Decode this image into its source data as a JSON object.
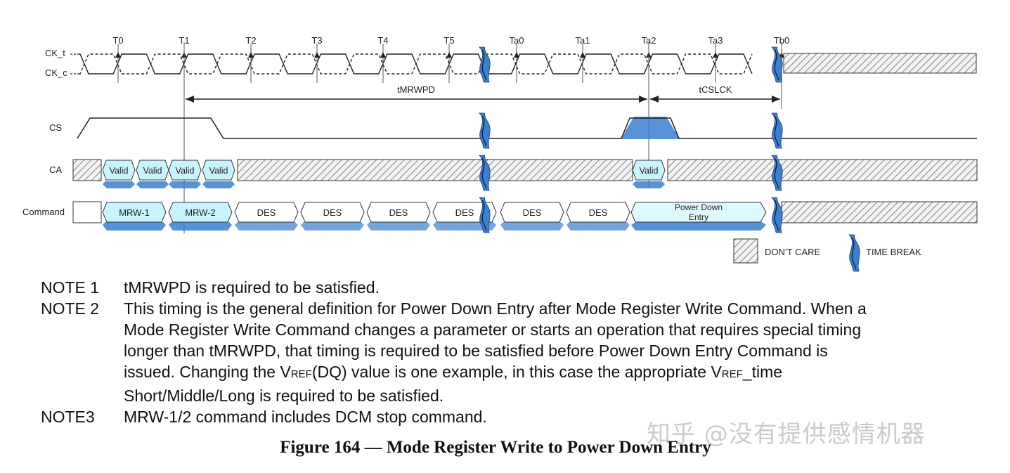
{
  "timing": {
    "clock_labels": [
      "T0",
      "T1",
      "T2",
      "T3",
      "T4",
      "T5",
      "Ta0",
      "Ta1",
      "Ta2",
      "Ta3",
      "Tb0"
    ],
    "signals": [
      "CK_t",
      "CK_c",
      "CS",
      "CA",
      "Command"
    ],
    "intervals": [
      {
        "label": "tMRWPD",
        "from": "T1",
        "to": "Ta2"
      },
      {
        "label": "tCSLCK",
        "from": "Ta2",
        "to": "Tb0"
      }
    ],
    "ca_valid": [
      "Valid",
      "Valid",
      "Valid",
      "Valid",
      "Valid"
    ],
    "commands": [
      "MRW-1",
      "MRW-2",
      "DES",
      "DES",
      "DES",
      "DES",
      "DES",
      "DES"
    ],
    "pde_line1": "Power Down",
    "pde_line2": "Entry",
    "legend": {
      "dont_care": "DON’T CARE",
      "time_break": "TIME BREAK"
    },
    "colors": {
      "valid_fill": "#c8f4ff",
      "cmd_fill": "#dff8ff",
      "break_blue": "#3a7fd0",
      "hatch": "#888888"
    }
  },
  "notes": [
    {
      "label": "NOTE 1",
      "lines": [
        "tMRWPD is required to be satisfied."
      ]
    },
    {
      "label": "NOTE 2",
      "lines": [
        "This timing is the general definition for Power Down Entry after Mode Register Write Command. When a",
        "Mode Register Write Command changes a parameter or starts an operation that requires special timing",
        "longer than tMRWPD, that timing is required to be satisfied before Power Down Entry Command is"
      ]
    },
    {
      "label": "NOTE3",
      "lines": [
        "MRW-1/2 command includes DCM stop command."
      ]
    }
  ],
  "note2_v": {
    "before": "issued. Changing the V",
    "sub1": "REF",
    "mid": "(DQ) value is one example, in this case the appropriate V",
    "sub2": "REF",
    "after": "_time",
    "last": "Short/Middle/Long is required to be satisfied."
  },
  "caption": "Figure 164 — Mode Register Write to Power Down Entry",
  "watermark": "知乎 @没有提供感情机器"
}
